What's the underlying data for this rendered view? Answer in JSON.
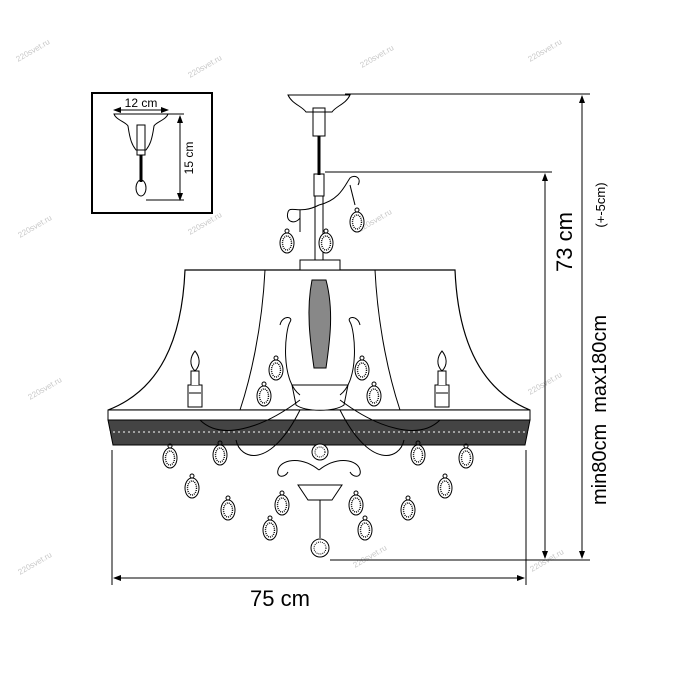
{
  "watermark": "220svet.ru",
  "inset": {
    "width_label": "12 cm",
    "height_label": "15 cm"
  },
  "dimensions": {
    "width_label": "75 cm",
    "body_height_label": "73 cm",
    "hanging_range_label": "min80cm  max180cm",
    "tolerance_label": "(+-5cm)"
  }
}
